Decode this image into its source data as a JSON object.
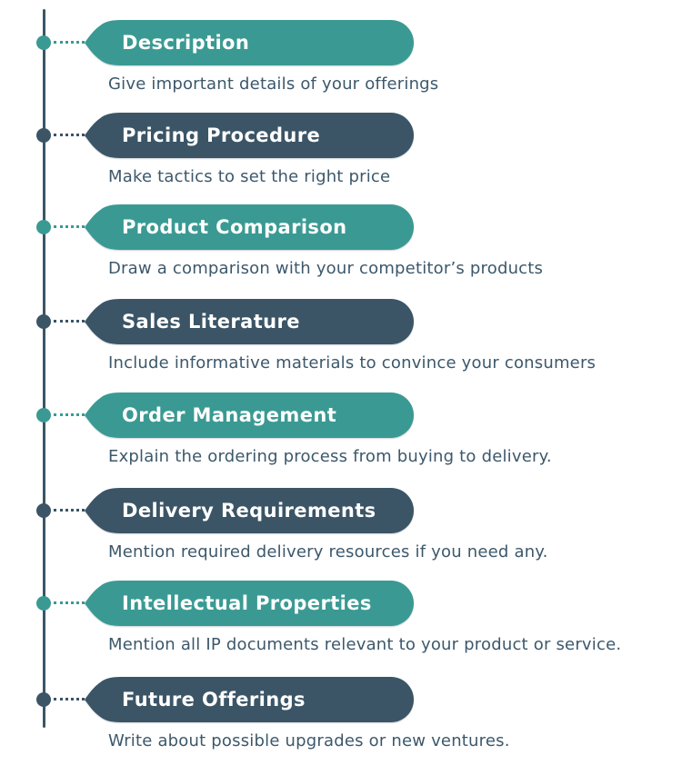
{
  "colors": {
    "teal": "#3A9A93",
    "slate": "#3B5566",
    "line": "#3B5566",
    "title_text": "#FFFFFF",
    "description_text": "#3C586B",
    "background": "#FFFFFF"
  },
  "items": [
    {
      "accent": "teal",
      "title": "Description",
      "description": "Give important details of your offerings"
    },
    {
      "accent": "slate",
      "title": "Pricing Procedure",
      "description": "Make tactics to set the right price"
    },
    {
      "accent": "teal",
      "title": "Product Comparison",
      "description": "Draw a comparison with your competitor’s products"
    },
    {
      "accent": "slate",
      "title": "Sales Literature",
      "description": "Include informative materials to convince your consumers"
    },
    {
      "accent": "teal",
      "title": "Order Management",
      "description": "Explain the ordering process from buying to delivery."
    },
    {
      "accent": "slate",
      "title": "Delivery Requirements",
      "description": "Mention required delivery resources if you need any."
    },
    {
      "accent": "teal",
      "title": "Intellectual Properties",
      "description": "Mention all IP documents relevant to your product or service."
    },
    {
      "accent": "slate",
      "title": "Future Offerings",
      "description": "Write about possible upgrades or new ventures."
    }
  ]
}
